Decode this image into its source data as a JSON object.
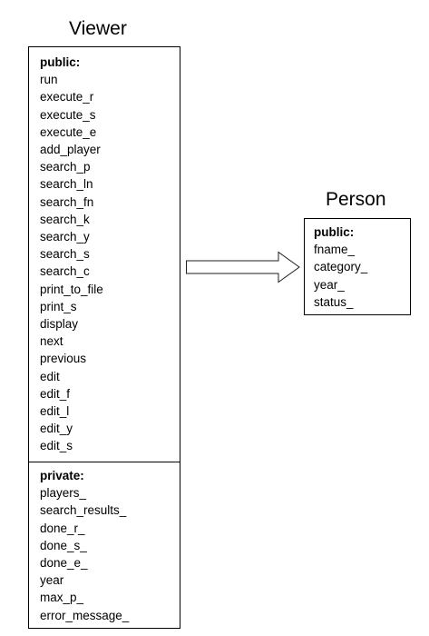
{
  "viewer": {
    "title": "Viewer",
    "public_label": "public:",
    "public_members": [
      "run",
      "execute_r",
      "execute_s",
      "execute_e",
      "add_player",
      "search_p",
      "search_ln",
      "search_fn",
      "search_k",
      "search_y",
      "search_s",
      "search_c",
      "print_to_file",
      "print_s",
      "display",
      "next",
      "previous",
      "edit",
      "edit_f",
      "edit_l",
      "edit_y",
      "edit_s"
    ],
    "private_label": "private:",
    "private_members": [
      "players_",
      "search_results_",
      "done_r_",
      "done_s_",
      "done_e_",
      "year",
      "max_p_",
      "error_message_"
    ]
  },
  "person": {
    "title": "Person",
    "public_label": "public:",
    "public_members": [
      "fname_",
      "category_",
      "year_",
      "status_"
    ]
  }
}
